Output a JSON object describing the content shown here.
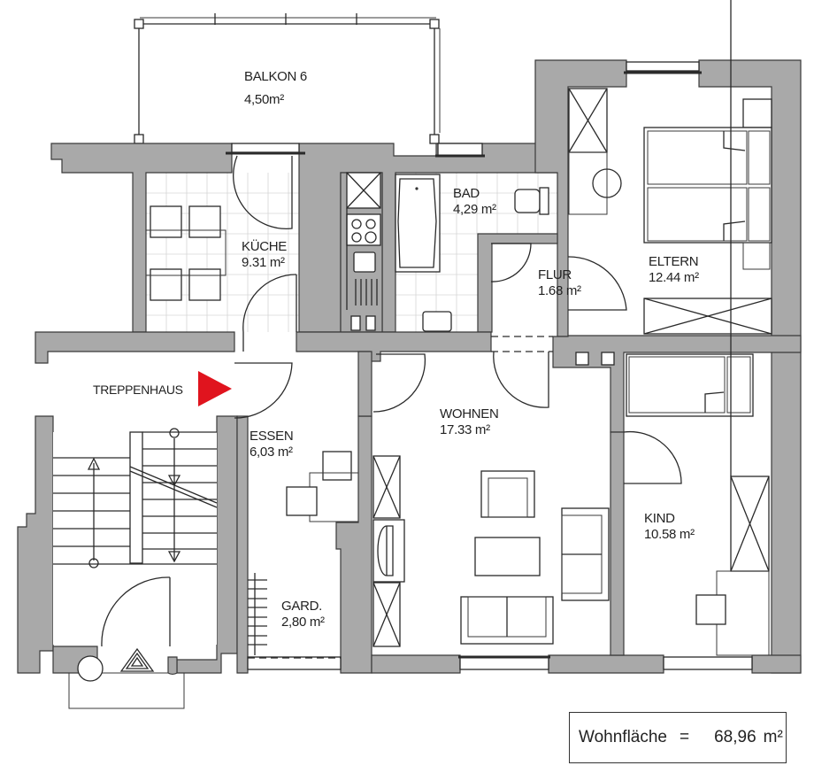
{
  "floorplan": {
    "rooms": [
      {
        "id": "balkon",
        "name": "BALKON 6",
        "area": "4,50m²"
      },
      {
        "id": "kueche",
        "name": "KÜCHE",
        "area": "9.31 m²"
      },
      {
        "id": "bad",
        "name": "BAD",
        "area": "4,29 m²"
      },
      {
        "id": "flur",
        "name": "FLUR",
        "area": "1.68 m²"
      },
      {
        "id": "eltern",
        "name": "ELTERN",
        "area": "12.44 m²"
      },
      {
        "id": "treppenhaus",
        "name": "TREPPENHAUS",
        "area": ""
      },
      {
        "id": "essen",
        "name": "ESSEN",
        "area": "6,03 m²"
      },
      {
        "id": "wohnen",
        "name": "WOHNEN",
        "area": "17.33 m²"
      },
      {
        "id": "kind",
        "name": "KIND",
        "area": "10.58 m²"
      },
      {
        "id": "gard",
        "name": "GARD.",
        "area": "2,80 m²"
      }
    ],
    "entrance_marker": {
      "icon": "red-triangle-arrow-icon",
      "color": "#e0141e"
    },
    "total": {
      "label": "Wohnfläche",
      "equals": "=",
      "value": "68,96",
      "unit": "m²"
    },
    "colors": {
      "wall": "#a9a9a9",
      "line": "#2a2a2a",
      "tile": "#d6d6d6",
      "arrow": "#e0141e"
    }
  }
}
